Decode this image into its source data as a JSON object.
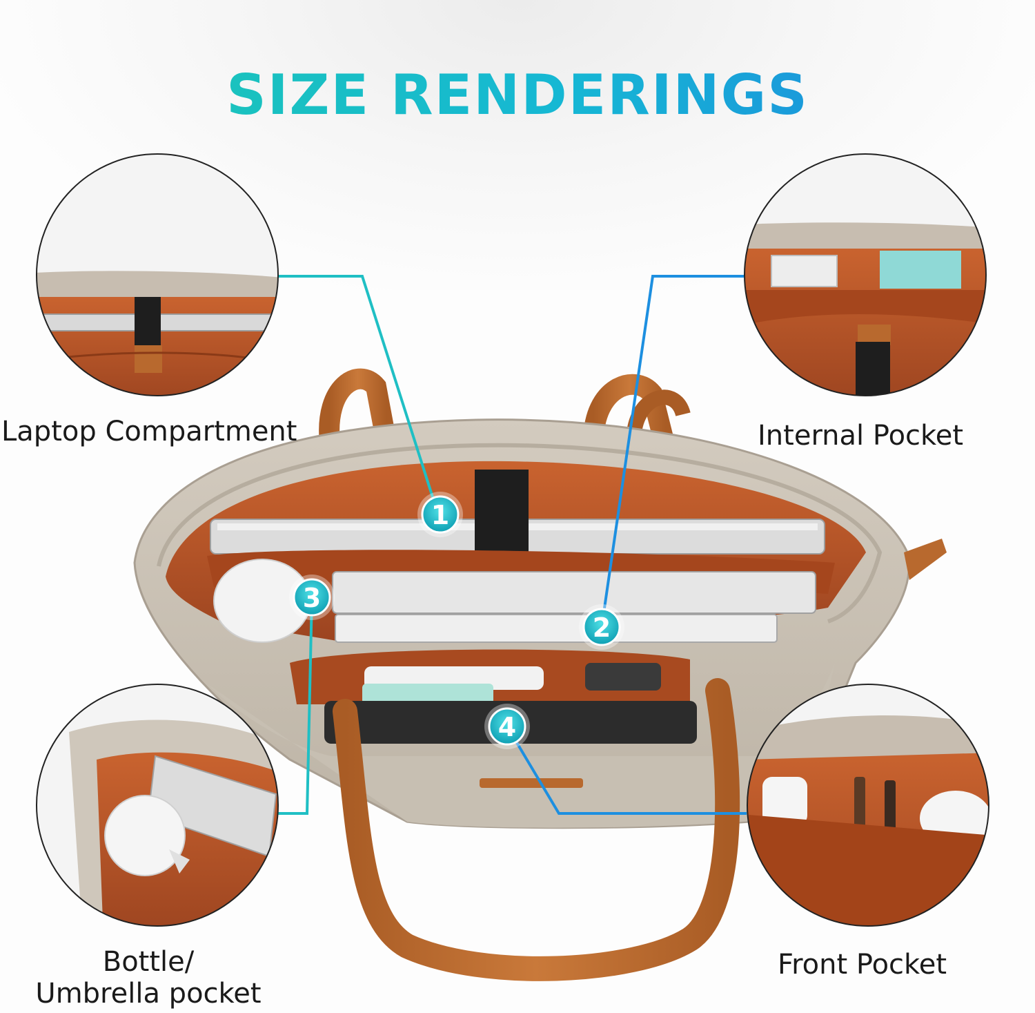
{
  "title": "SIZE RENDERINGS",
  "colors": {
    "title_start": "#1cc9b0",
    "title_end": "#1e7fe0",
    "leader_teal": "#1fbfc4",
    "leader_blue": "#1d8fe0",
    "bag_canvas": "#c9c0b3",
    "lining": "#b9552a",
    "leather": "#b8692e"
  },
  "callouts": [
    {
      "number": "1",
      "label": "Laptop Compartment"
    },
    {
      "number": "2",
      "label": "Internal Pocket"
    },
    {
      "number": "3",
      "label": "Bottle/",
      "label_line2": "Umbrella pocket"
    },
    {
      "number": "4",
      "label": "Front Pocket"
    }
  ]
}
